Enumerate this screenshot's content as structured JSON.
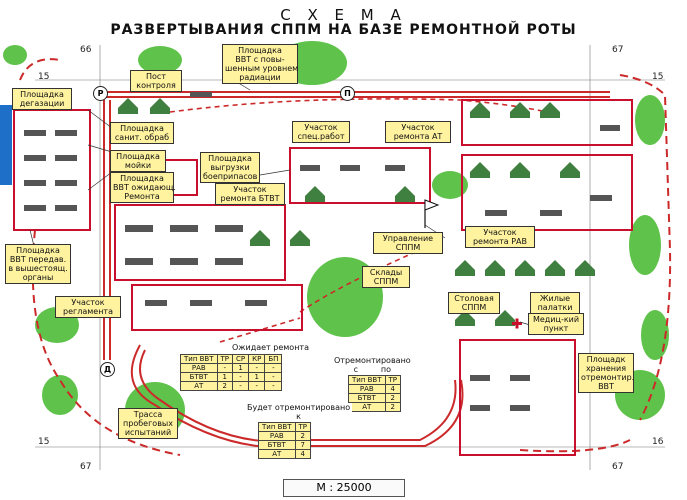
{
  "title": {
    "line1": "С Х Е М А",
    "line2": "РАЗВЕРТЫВАНИЯ СППМ НА БАЗЕ РЕМОНТНОЙ РОТЫ"
  },
  "grid_numbers": [
    "66",
    "67",
    "15",
    "15",
    "15",
    "16",
    "67",
    "67"
  ],
  "road_marks": [
    "Р",
    "П",
    "Д"
  ],
  "labels": {
    "post": "Пост\nконтроля",
    "radiation": "Площадка\nВВТ с повы-\nшенным уровнем\nрадиации",
    "degas": "Площадка\nдегазации",
    "sanit": "Площадка\nсанит. обраб",
    "wash": "Площадка\nмойки",
    "wait": "Площадка\nВВТ ожидающ.\nРемонта",
    "unload": "Площадка\nвыгрузки\nбоеприпасов",
    "spec": "Участок\nспец.работ",
    "at": "Участок\nремонта АТ",
    "btvt": "Участок\nремонта БТВТ",
    "mgmt": "Управление\nСППМ",
    "rav": "Участок\nремонта РАВ",
    "transfer": "Площадка\nВВТ передав.\nв вышестоящ.\nорганы",
    "depots": "Склады\nСППМ",
    "canteen": "Столовая\nСППМ",
    "tents": "Жилые\nпалатки",
    "med": "Медиц-кий\nпункт",
    "regl": "Участок\nрегламента",
    "storage": "Площадк\nхранения\nотремонтир.\nВВТ",
    "track": "Трасса\nпробеговых\nиспытаний"
  },
  "table_wait": {
    "caption": "Ожидает ремонта",
    "header": [
      "Тип ВВТ",
      "ТР",
      "СР",
      "КР",
      "БП"
    ],
    "rows": [
      [
        "РАВ",
        "-",
        "1",
        "-",
        "-"
      ],
      [
        "БТВТ",
        "1",
        "-",
        "1",
        "-"
      ],
      [
        "АТ",
        "2",
        "-",
        "-",
        "-"
      ]
    ]
  },
  "table_repaired": {
    "caption": "Отремонтировано\nс         по",
    "header": [
      "Тип ВВТ",
      "ТР"
    ],
    "rows": [
      [
        "РАВ",
        "4"
      ],
      [
        "БТВТ",
        "2"
      ],
      [
        "АТ",
        "2"
      ]
    ]
  },
  "table_will": {
    "caption": "Будет отремонтировано\nк",
    "header": [
      "Тип ВВТ",
      "ТР"
    ],
    "rows": [
      [
        "РАВ",
        "2"
      ],
      [
        "БТВТ",
        "7"
      ],
      [
        "АТ",
        "4"
      ]
    ]
  },
  "scale": "М : 25000",
  "colors": {
    "road": "#cc2a2a",
    "zone": "#c8102e",
    "tree": "#5fc24a",
    "tent": "#3f7f3f",
    "label": "#fff3a0",
    "edge_blue": "#1e6fc8"
  }
}
